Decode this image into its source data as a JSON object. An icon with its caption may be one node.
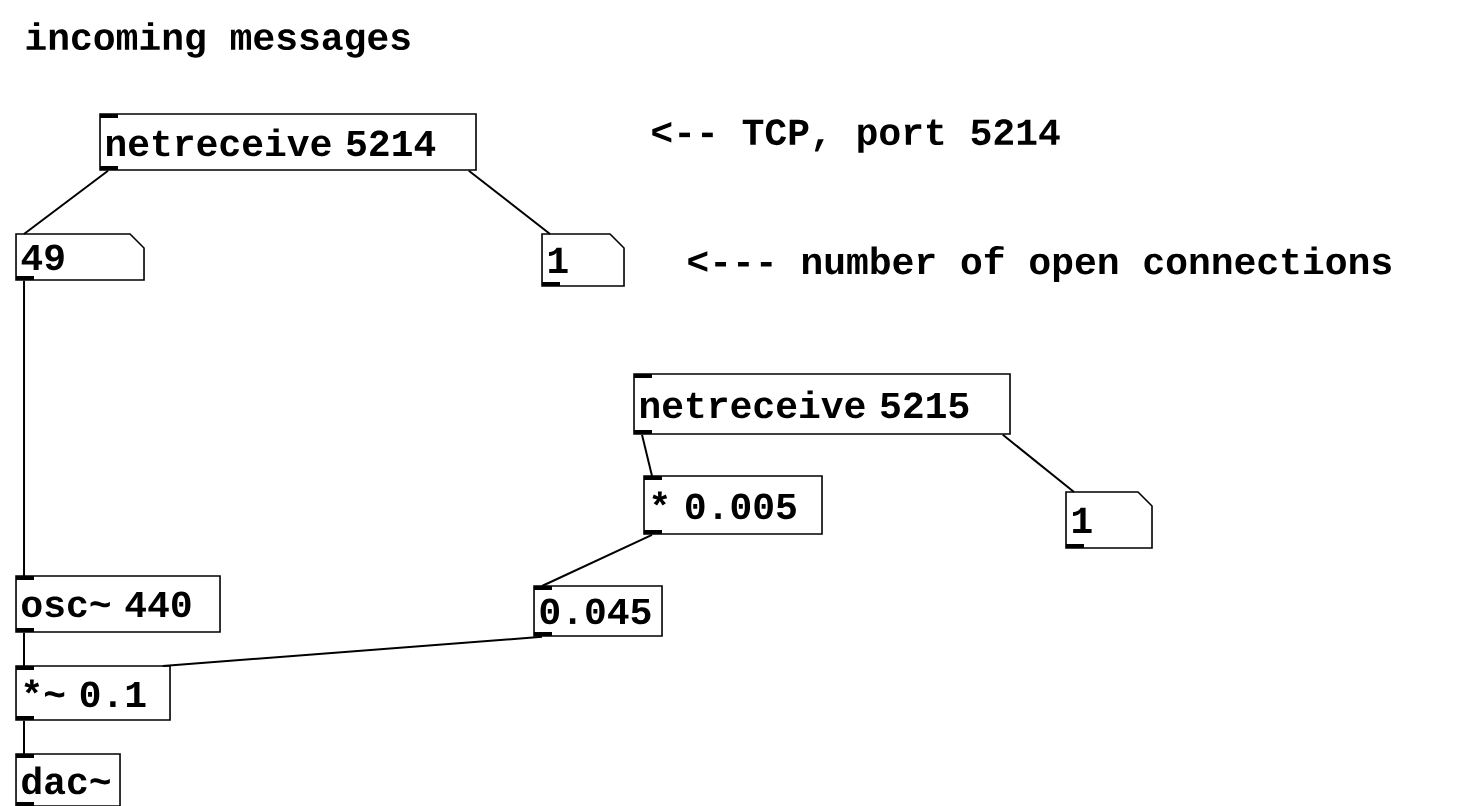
{
  "diagram": {
    "nodes": [
      {
        "text": [
          "netreceive 5214"
        ]
      },
      {
        "text": [
          "49"
        ]
      },
      {
        "text": [
          "1"
        ]
      },
      {
        "text": [
          "netreceive 5215"
        ]
      },
      {
        "text": [
          "* 0.005"
        ]
      },
      {
        "text": [
          "1"
        ]
      },
      {
        "text": [
          "osc~ 440"
        ]
      },
      {
        "text": [
          "0.045"
        ]
      },
      {
        "text": [
          "*~ 0.1"
        ]
      },
      {
        "text": [
          "dac~"
        ]
      }
    ],
    "edges": [
      {
        "from": 0,
        "to": 1,
        "arrow": "none"
      },
      {
        "from": 0,
        "to": 2,
        "arrow": "none"
      },
      {
        "from": 1,
        "to": 6,
        "arrow": "none"
      },
      {
        "from": 3,
        "to": 4,
        "arrow": "none"
      },
      {
        "from": 3,
        "to": 5,
        "arrow": "none"
      },
      {
        "from": 4,
        "to": 7,
        "arrow": "none"
      },
      {
        "from": 6,
        "to": 8,
        "arrow": "none"
      },
      {
        "from": 7,
        "to": 8,
        "arrow": "none"
      },
      {
        "from": 8,
        "to": 9,
        "arrow": "none"
      }
    ],
    "labels": [
      "incoming messages",
      "<-- TCP, port 5214",
      "<--- number of open connections"
    ]
  }
}
